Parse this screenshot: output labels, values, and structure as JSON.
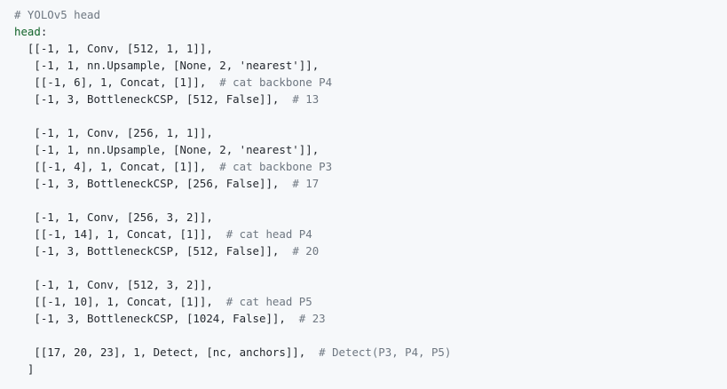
{
  "code": {
    "lines": [
      {
        "segments": [
          {
            "text": "# YOLOv5 head",
            "kind": "comment"
          }
        ]
      },
      {
        "segments": [
          {
            "text": "head",
            "kind": "key"
          },
          {
            "text": ":",
            "kind": "plain"
          }
        ]
      },
      {
        "segments": [
          {
            "text": "  [[-1, 1, Conv, [512, 1, 1]],",
            "kind": "plain"
          }
        ]
      },
      {
        "segments": [
          {
            "text": "   [-1, 1, nn.Upsample, [None, 2, 'nearest']],",
            "kind": "plain"
          }
        ]
      },
      {
        "segments": [
          {
            "text": "   [[-1, 6], 1, Concat, [1]],  ",
            "kind": "plain"
          },
          {
            "text": "# cat backbone P4",
            "kind": "comment"
          }
        ]
      },
      {
        "segments": [
          {
            "text": "   [-1, 3, BottleneckCSP, [512, False]],  ",
            "kind": "plain"
          },
          {
            "text": "# 13",
            "kind": "comment"
          }
        ]
      },
      {
        "segments": []
      },
      {
        "segments": [
          {
            "text": "   [-1, 1, Conv, [256, 1, 1]],",
            "kind": "plain"
          }
        ]
      },
      {
        "segments": [
          {
            "text": "   [-1, 1, nn.Upsample, [None, 2, 'nearest']],",
            "kind": "plain"
          }
        ]
      },
      {
        "segments": [
          {
            "text": "   [[-1, 4], 1, Concat, [1]],  ",
            "kind": "plain"
          },
          {
            "text": "# cat backbone P3",
            "kind": "comment"
          }
        ]
      },
      {
        "segments": [
          {
            "text": "   [-1, 3, BottleneckCSP, [256, False]],  ",
            "kind": "plain"
          },
          {
            "text": "# 17",
            "kind": "comment"
          }
        ]
      },
      {
        "segments": []
      },
      {
        "segments": [
          {
            "text": "   [-1, 1, Conv, [256, 3, 2]],",
            "kind": "plain"
          }
        ]
      },
      {
        "segments": [
          {
            "text": "   [[-1, 14], 1, Concat, [1]],  ",
            "kind": "plain"
          },
          {
            "text": "# cat head P4",
            "kind": "comment"
          }
        ]
      },
      {
        "segments": [
          {
            "text": "   [-1, 3, BottleneckCSP, [512, False]],  ",
            "kind": "plain"
          },
          {
            "text": "# 20",
            "kind": "comment"
          }
        ]
      },
      {
        "segments": []
      },
      {
        "segments": [
          {
            "text": "   [-1, 1, Conv, [512, 3, 2]],",
            "kind": "plain"
          }
        ]
      },
      {
        "segments": [
          {
            "text": "   [[-1, 10], 1, Concat, [1]],  ",
            "kind": "plain"
          },
          {
            "text": "# cat head P5",
            "kind": "comment"
          }
        ]
      },
      {
        "segments": [
          {
            "text": "   [-1, 3, BottleneckCSP, [1024, False]],  ",
            "kind": "plain"
          },
          {
            "text": "# 23",
            "kind": "comment"
          }
        ]
      },
      {
        "segments": []
      },
      {
        "segments": [
          {
            "text": "   [[17, 20, 23], 1, Detect, [nc, anchors]],  ",
            "kind": "plain"
          },
          {
            "text": "# Detect(P3, P4, P5)",
            "kind": "comment"
          }
        ]
      },
      {
        "segments": [
          {
            "text": "  ]",
            "kind": "plain"
          }
        ]
      }
    ]
  },
  "colors": {
    "background": "#f6f8fa",
    "text": "#24292f",
    "comment": "#6e7781",
    "key": "#116329"
  }
}
